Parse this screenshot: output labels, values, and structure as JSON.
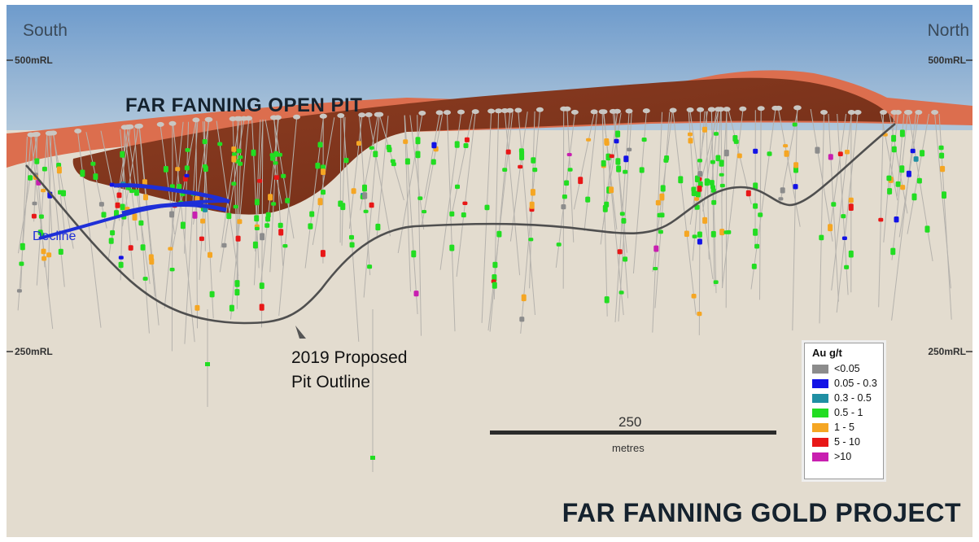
{
  "directions": {
    "left": "South",
    "right": "North"
  },
  "elevations": {
    "upper": "500mRL",
    "lower": "250mRL"
  },
  "labels": {
    "pit": "FAR FANNING OPEN PIT",
    "project": "FAR FANNING GOLD PROJECT",
    "decline": "Decline",
    "outline_line1": "2019 Proposed",
    "outline_line2": "Pit Outline"
  },
  "scale_bar": {
    "value": "250",
    "unit": "metres"
  },
  "legend": {
    "title": "Au g/t",
    "items": [
      {
        "label": "<0.05",
        "color": "#8c8c8c"
      },
      {
        "label": "0.05 - 0.3",
        "color": "#1212e6"
      },
      {
        "label": "0.3 - 0.5",
        "color": "#1f8fa3"
      },
      {
        "label": "0.5 - 1",
        "color": "#22dd22"
      },
      {
        "label": "1 - 5",
        "color": "#f5a623"
      },
      {
        "label": "5 - 10",
        "color": "#e81717"
      },
      {
        "label": ">10",
        "color": "#c81fb0"
      }
    ]
  },
  "colors": {
    "sky_top": "#6e9bcc",
    "sky_bottom": "#c4d4df",
    "ground": "#e3dccf",
    "topography": "#dc6e4e",
    "pit_wall": "#8e3d22",
    "pit_outline": "#4f4f4f",
    "decline": "#1e2fd8",
    "drillhole": "#b5b2ad"
  }
}
